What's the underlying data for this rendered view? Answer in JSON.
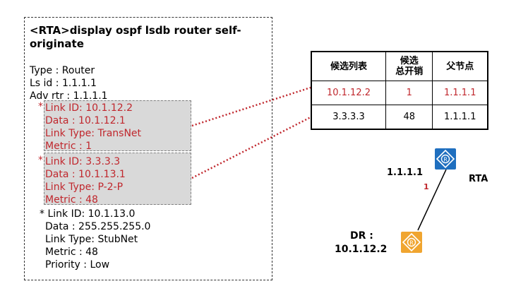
{
  "lsdb": {
    "command": "<RTA>display ospf lsdb router self-originate",
    "type_line": "Type      : Router",
    "lsid_line": "Ls id     : 1.1.1.1",
    "advrtr_line": "Adv rtr   : 1.1.1.1",
    "link1": {
      "id": "Link ID: 10.1.12.2",
      "data": "Data    : 10.1.12.1",
      "type": "Link Type: TransNet",
      "metric": "Metric : 1"
    },
    "link2": {
      "id": "Link ID: 3.3.3.3",
      "data": "Data    : 10.1.13.1",
      "type": "Link Type: P-2-P",
      "metric": "Metric : 48"
    },
    "link3": {
      "id": "* Link ID: 10.1.13.0",
      "data": "Data    : 255.255.255.0",
      "type": "Link Type: StubNet",
      "metric": "Metric : 48",
      "priority": "Priority : Low"
    },
    "star": "*"
  },
  "table": {
    "headers": [
      "候选列表",
      "候选\n总开销",
      "父节点"
    ],
    "header_col2_line1": "候选",
    "header_col2_line2": "总开销",
    "rows": [
      {
        "candidate": "10.1.12.2",
        "cost": "1",
        "parent": "1.1.1.1",
        "color": "#c0272d"
      },
      {
        "candidate": "3.3.3.3",
        "cost": "48",
        "parent": "1.1.1.1",
        "color": "#000000"
      }
    ]
  },
  "topology": {
    "rta_ip": "1.1.1.1",
    "rta_name": "RTA",
    "link_cost": "1",
    "dr_label": "DR :",
    "dr_ip": "10.1.12.2",
    "rta_color": "#1f6fbf",
    "dr_color": "#f0a530",
    "router_icon": "router-icon"
  }
}
